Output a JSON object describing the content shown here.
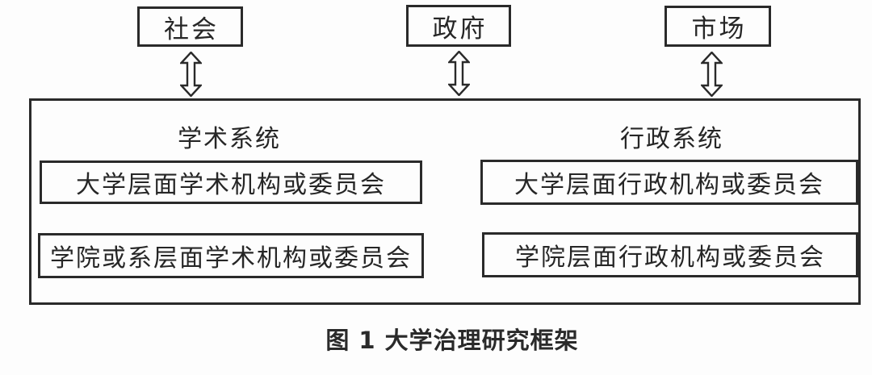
{
  "diagram": {
    "external_actors": [
      {
        "id": "society",
        "label": "社会"
      },
      {
        "id": "government",
        "label": "政府"
      },
      {
        "id": "market",
        "label": "市场"
      }
    ],
    "connectors": [
      {
        "icon": "double-headed-vertical-arrow",
        "from": "社会",
        "to": "大学治理系统"
      },
      {
        "icon": "double-headed-vertical-arrow",
        "from": "政府",
        "to": "大学治理系统"
      },
      {
        "icon": "double-headed-vertical-arrow",
        "from": "市场",
        "to": "大学治理系统"
      }
    ],
    "systems": [
      {
        "id": "academic",
        "title": "学术系统",
        "boxes": [
          "大学层面学术机构或委员会",
          "学院或系层面学术机构或委员会"
        ]
      },
      {
        "id": "administrative",
        "title": "行政系统",
        "boxes": [
          "大学层面行政机构或委员会",
          "学院层面行政机构或委员会"
        ]
      }
    ],
    "caption": "图 1 大学治理研究框架",
    "colors": {
      "line": "#2a2a2a",
      "text": "#262626",
      "background": "#fdfdfd"
    }
  }
}
